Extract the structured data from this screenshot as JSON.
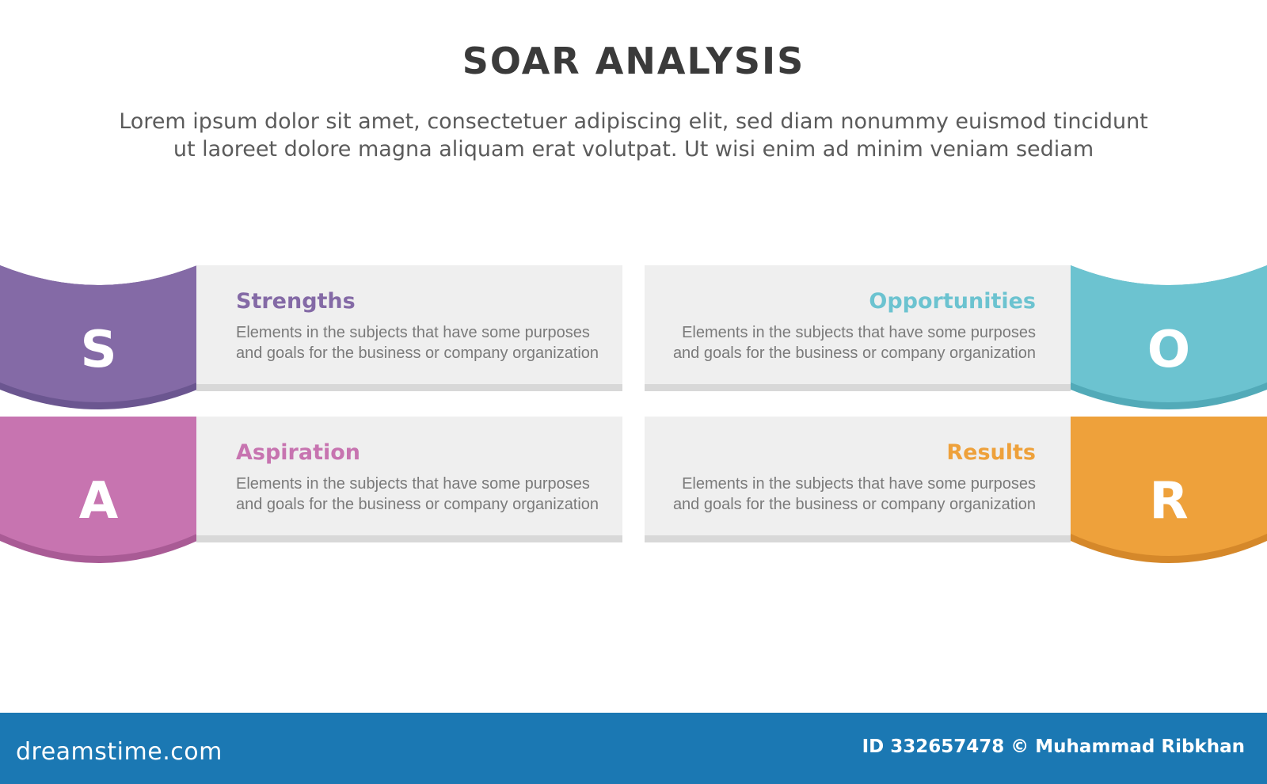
{
  "title": "SOAR ANALYSIS",
  "subtitle": {
    "line1": "Lorem ipsum dolor sit amet, consectetuer adipiscing elit, sed diam nonummy euismod tincidunt",
    "line2": "ut laoreet dolore magna aliquam erat volutpat. Ut wisi enim ad minim veniam sediam"
  },
  "items": [
    {
      "letter": "S",
      "heading": "Strengths",
      "desc_line1": "Elements in the subjects that have  some purposes",
      "desc_line2": "and goals for the business or company organization",
      "color": "#846aa6"
    },
    {
      "letter": "O",
      "heading": "Opportunities",
      "desc_line1": "Elements in the subjects that have  some purposes",
      "desc_line2": "and goals for the business or company organization",
      "color": "#6cc3d0"
    },
    {
      "letter": "A",
      "heading": "Aspiration",
      "desc_line1": "Elements in the subjects that have  some purposes",
      "desc_line2": "and goals for the business or company organization",
      "color": "#c774b0"
    },
    {
      "letter": "R",
      "heading": "Results",
      "desc_line1": "Elements in the subjects that have  some purposes",
      "desc_line2": "and goals for the business or company organization",
      "color": "#eea13b"
    }
  ],
  "footer": {
    "logo": "dreamstime.com",
    "credit": "ID 332657478 © Muhammad Ribkhan"
  }
}
